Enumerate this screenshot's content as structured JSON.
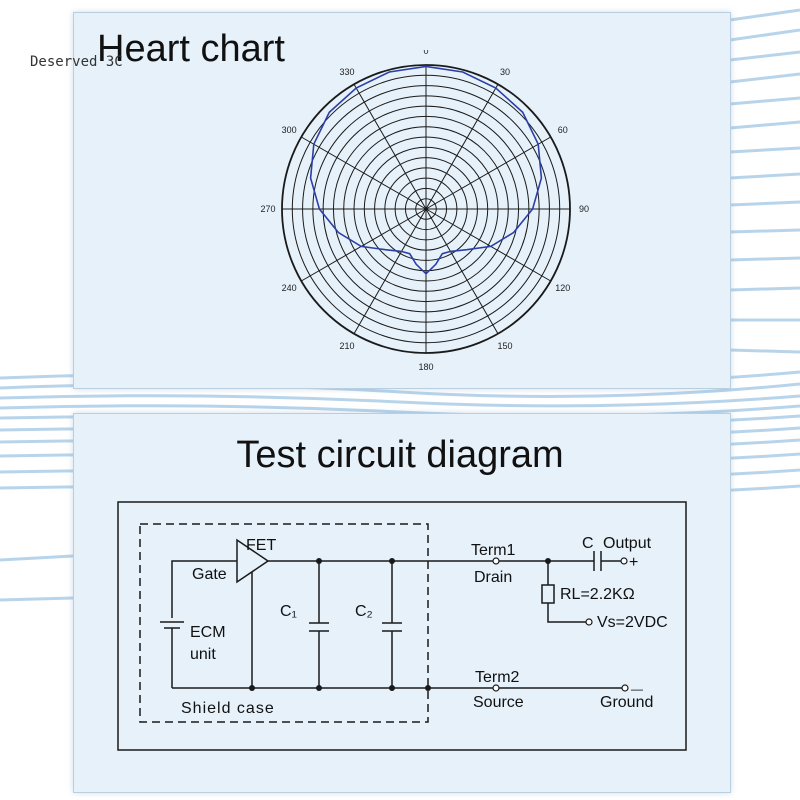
{
  "watermark": "Deserved 3C",
  "heart_chart": {
    "title": "Heart chart",
    "angle_labels": [
      "0",
      "30",
      "60",
      "90",
      "120",
      "150",
      "180",
      "210",
      "240",
      "270",
      "300",
      "330"
    ],
    "angles": [
      0,
      30,
      60,
      90,
      120,
      150,
      180,
      210,
      240,
      270,
      300,
      330
    ],
    "rings": 14,
    "grid_color": "#1a1a1a",
    "pattern_color": "#2a3fa8",
    "pattern": [
      [
        0,
        0.99
      ],
      [
        15,
        0.985
      ],
      [
        30,
        0.97
      ],
      [
        45,
        0.95
      ],
      [
        60,
        0.9
      ],
      [
        75,
        0.83
      ],
      [
        90,
        0.74
      ],
      [
        105,
        0.63
      ],
      [
        120,
        0.52
      ],
      [
        135,
        0.4
      ],
      [
        150,
        0.34
      ],
      [
        160,
        0.33
      ],
      [
        170,
        0.39
      ],
      [
        180,
        0.45
      ],
      [
        190,
        0.39
      ],
      [
        200,
        0.33
      ],
      [
        210,
        0.34
      ],
      [
        225,
        0.4
      ],
      [
        240,
        0.52
      ],
      [
        255,
        0.63
      ],
      [
        270,
        0.74
      ],
      [
        285,
        0.83
      ],
      [
        300,
        0.9
      ],
      [
        315,
        0.95
      ],
      [
        330,
        0.97
      ],
      [
        345,
        0.985
      ],
      [
        360,
        0.99
      ]
    ]
  },
  "circuit": {
    "title": "Test circuit diagram",
    "labels": {
      "fet": "FET",
      "gate": "Gate",
      "ecm": "ECM",
      "unit": "unit",
      "c1": "C₁",
      "c2": "C₂",
      "shield": "Shield case",
      "term1": "Term1",
      "drain": "Drain",
      "term2": "Term2",
      "source": "Source",
      "c": "C",
      "output": "Output",
      "plus": "+",
      "rl": "RL=2.2KΩ",
      "vs": "Vs=2VDC",
      "ground": "Ground",
      "minus": "—"
    }
  }
}
